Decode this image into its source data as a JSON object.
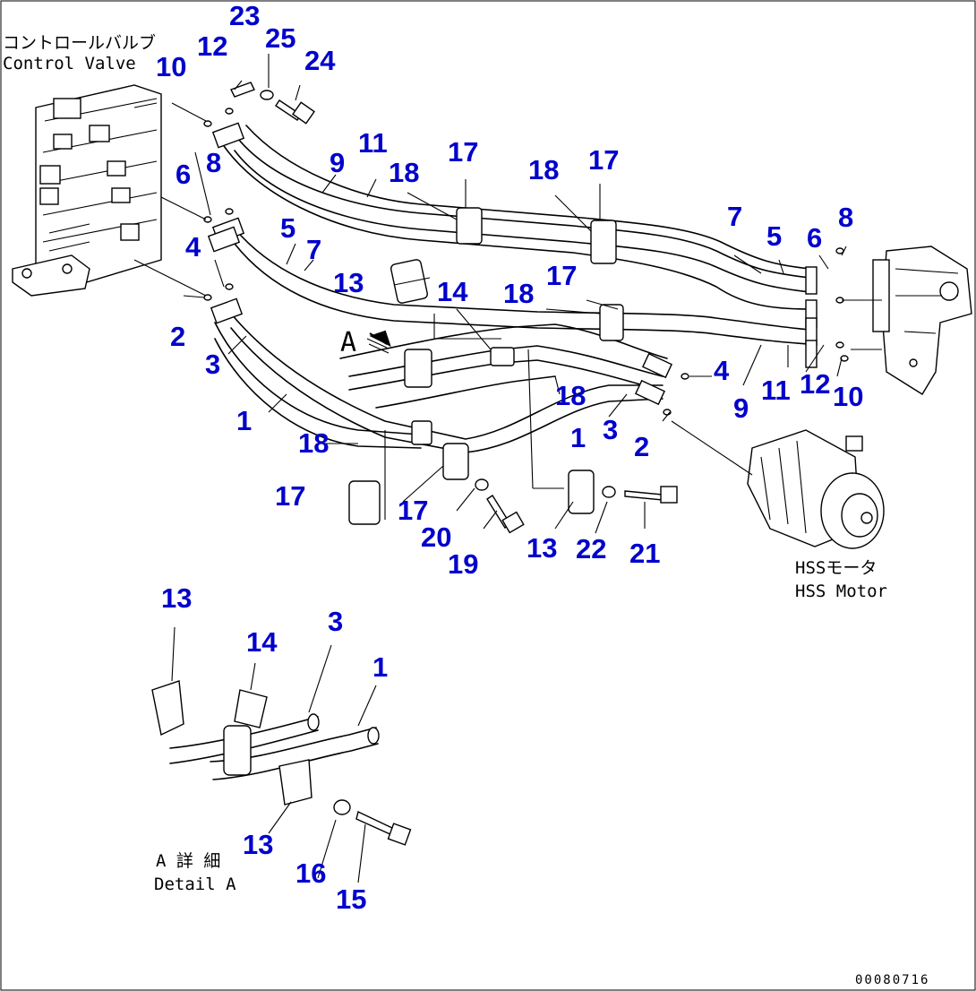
{
  "captions": {
    "control_valve_jp": "コントロールバルブ",
    "control_valve_en": "Control Valve",
    "hss_motor_jp": "HSSモータ",
    "hss_motor_en": "HSS Motor",
    "detail_jp": "A 詳 細",
    "detail_en": "Detail A",
    "view_arrow": "A"
  },
  "drawing_code": "00080716",
  "part_callouts": [
    "23",
    "12",
    "25",
    "24",
    "10",
    "11",
    "9",
    "17",
    "18",
    "17",
    "18",
    "8",
    "6",
    "5",
    "7",
    "13",
    "14",
    "17",
    "18",
    "4",
    "2",
    "3",
    "7",
    "5",
    "6",
    "8",
    "4",
    "9",
    "11",
    "12",
    "10",
    "1",
    "18",
    "1",
    "3",
    "2",
    "18",
    "17",
    "17",
    "20",
    "19",
    "13",
    "22",
    "21",
    "13",
    "14",
    "3",
    "1",
    "13",
    "16",
    "15"
  ],
  "colors": {
    "callout": "#0000cc",
    "line": "#000000",
    "background": "#ffffff"
  }
}
